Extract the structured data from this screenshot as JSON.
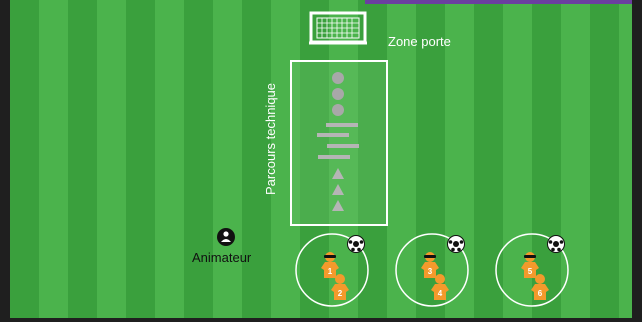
{
  "diagram": {
    "goal_label": "Zone porte",
    "course_label": "Parcours technique",
    "coach_label": "Animateur",
    "groups": [
      {
        "top_number": "1",
        "bottom_number": "2"
      },
      {
        "top_number": "3",
        "bottom_number": "4"
      },
      {
        "top_number": "5",
        "bottom_number": "6"
      }
    ],
    "colors": {
      "grass_dark": "#3aa03d",
      "grass_light": "#4bb34c",
      "player": "#f39a2c",
      "obstacle": "#a8a8a8",
      "line": "#ffffff"
    },
    "icons": [
      "goal-icon",
      "cone-icon",
      "hurdle-icon",
      "marker-icon",
      "coach-icon",
      "ball-icon",
      "player-icon"
    ]
  }
}
